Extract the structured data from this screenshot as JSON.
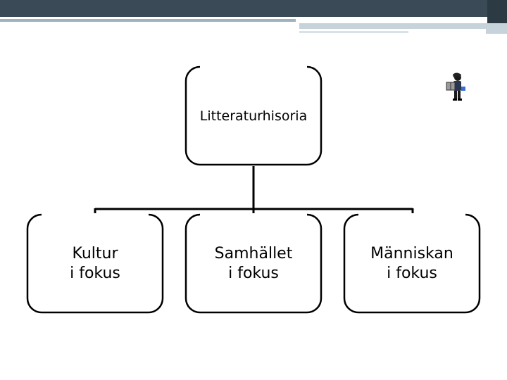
{
  "diagram": {
    "root": {
      "label": "Litteraturhisoria"
    },
    "children": [
      {
        "label": "Kultur\ni fokus"
      },
      {
        "label": "Samhället\ni fokus"
      },
      {
        "label": "Människan\ni fokus"
      }
    ]
  },
  "decor": {
    "clipart_icon": "person-with-book-icon"
  }
}
